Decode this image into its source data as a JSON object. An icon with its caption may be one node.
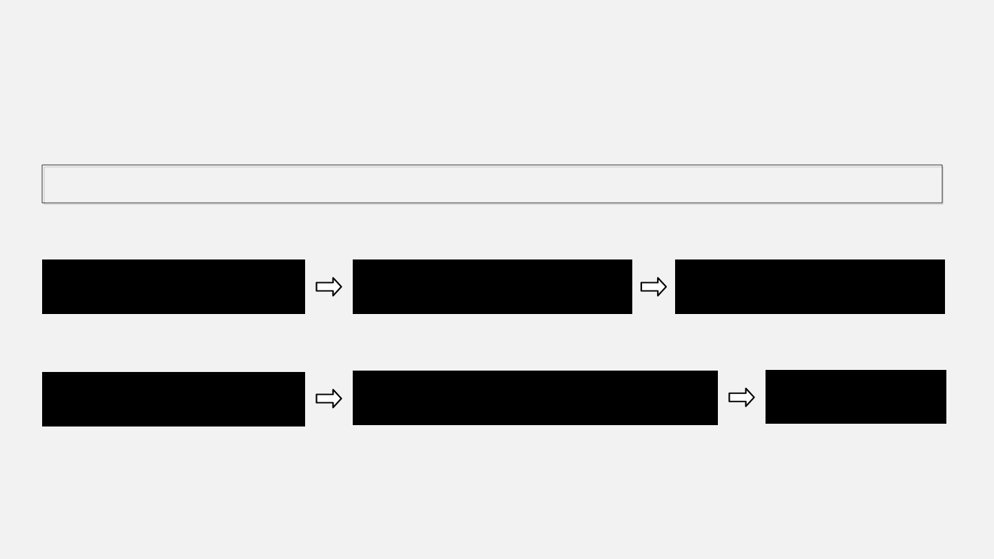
{
  "diagram": {
    "nodes": [
      {
        "text": [],
        "shape": "box"
      },
      {
        "text": [],
        "shape": "box"
      },
      {
        "text": [],
        "shape": "box"
      },
      {
        "text": [],
        "shape": "box"
      },
      {
        "text": [],
        "shape": "box"
      },
      {
        "text": [],
        "shape": "box"
      },
      {
        "text": [],
        "shape": "box"
      }
    ],
    "edges": [
      {
        "from": 1,
        "to": 2,
        "arrow": "to"
      },
      {
        "from": 2,
        "to": 3,
        "arrow": "to"
      },
      {
        "from": 4,
        "to": 5,
        "arrow": "to"
      },
      {
        "from": 5,
        "to": 6,
        "arrow": "to"
      }
    ]
  }
}
